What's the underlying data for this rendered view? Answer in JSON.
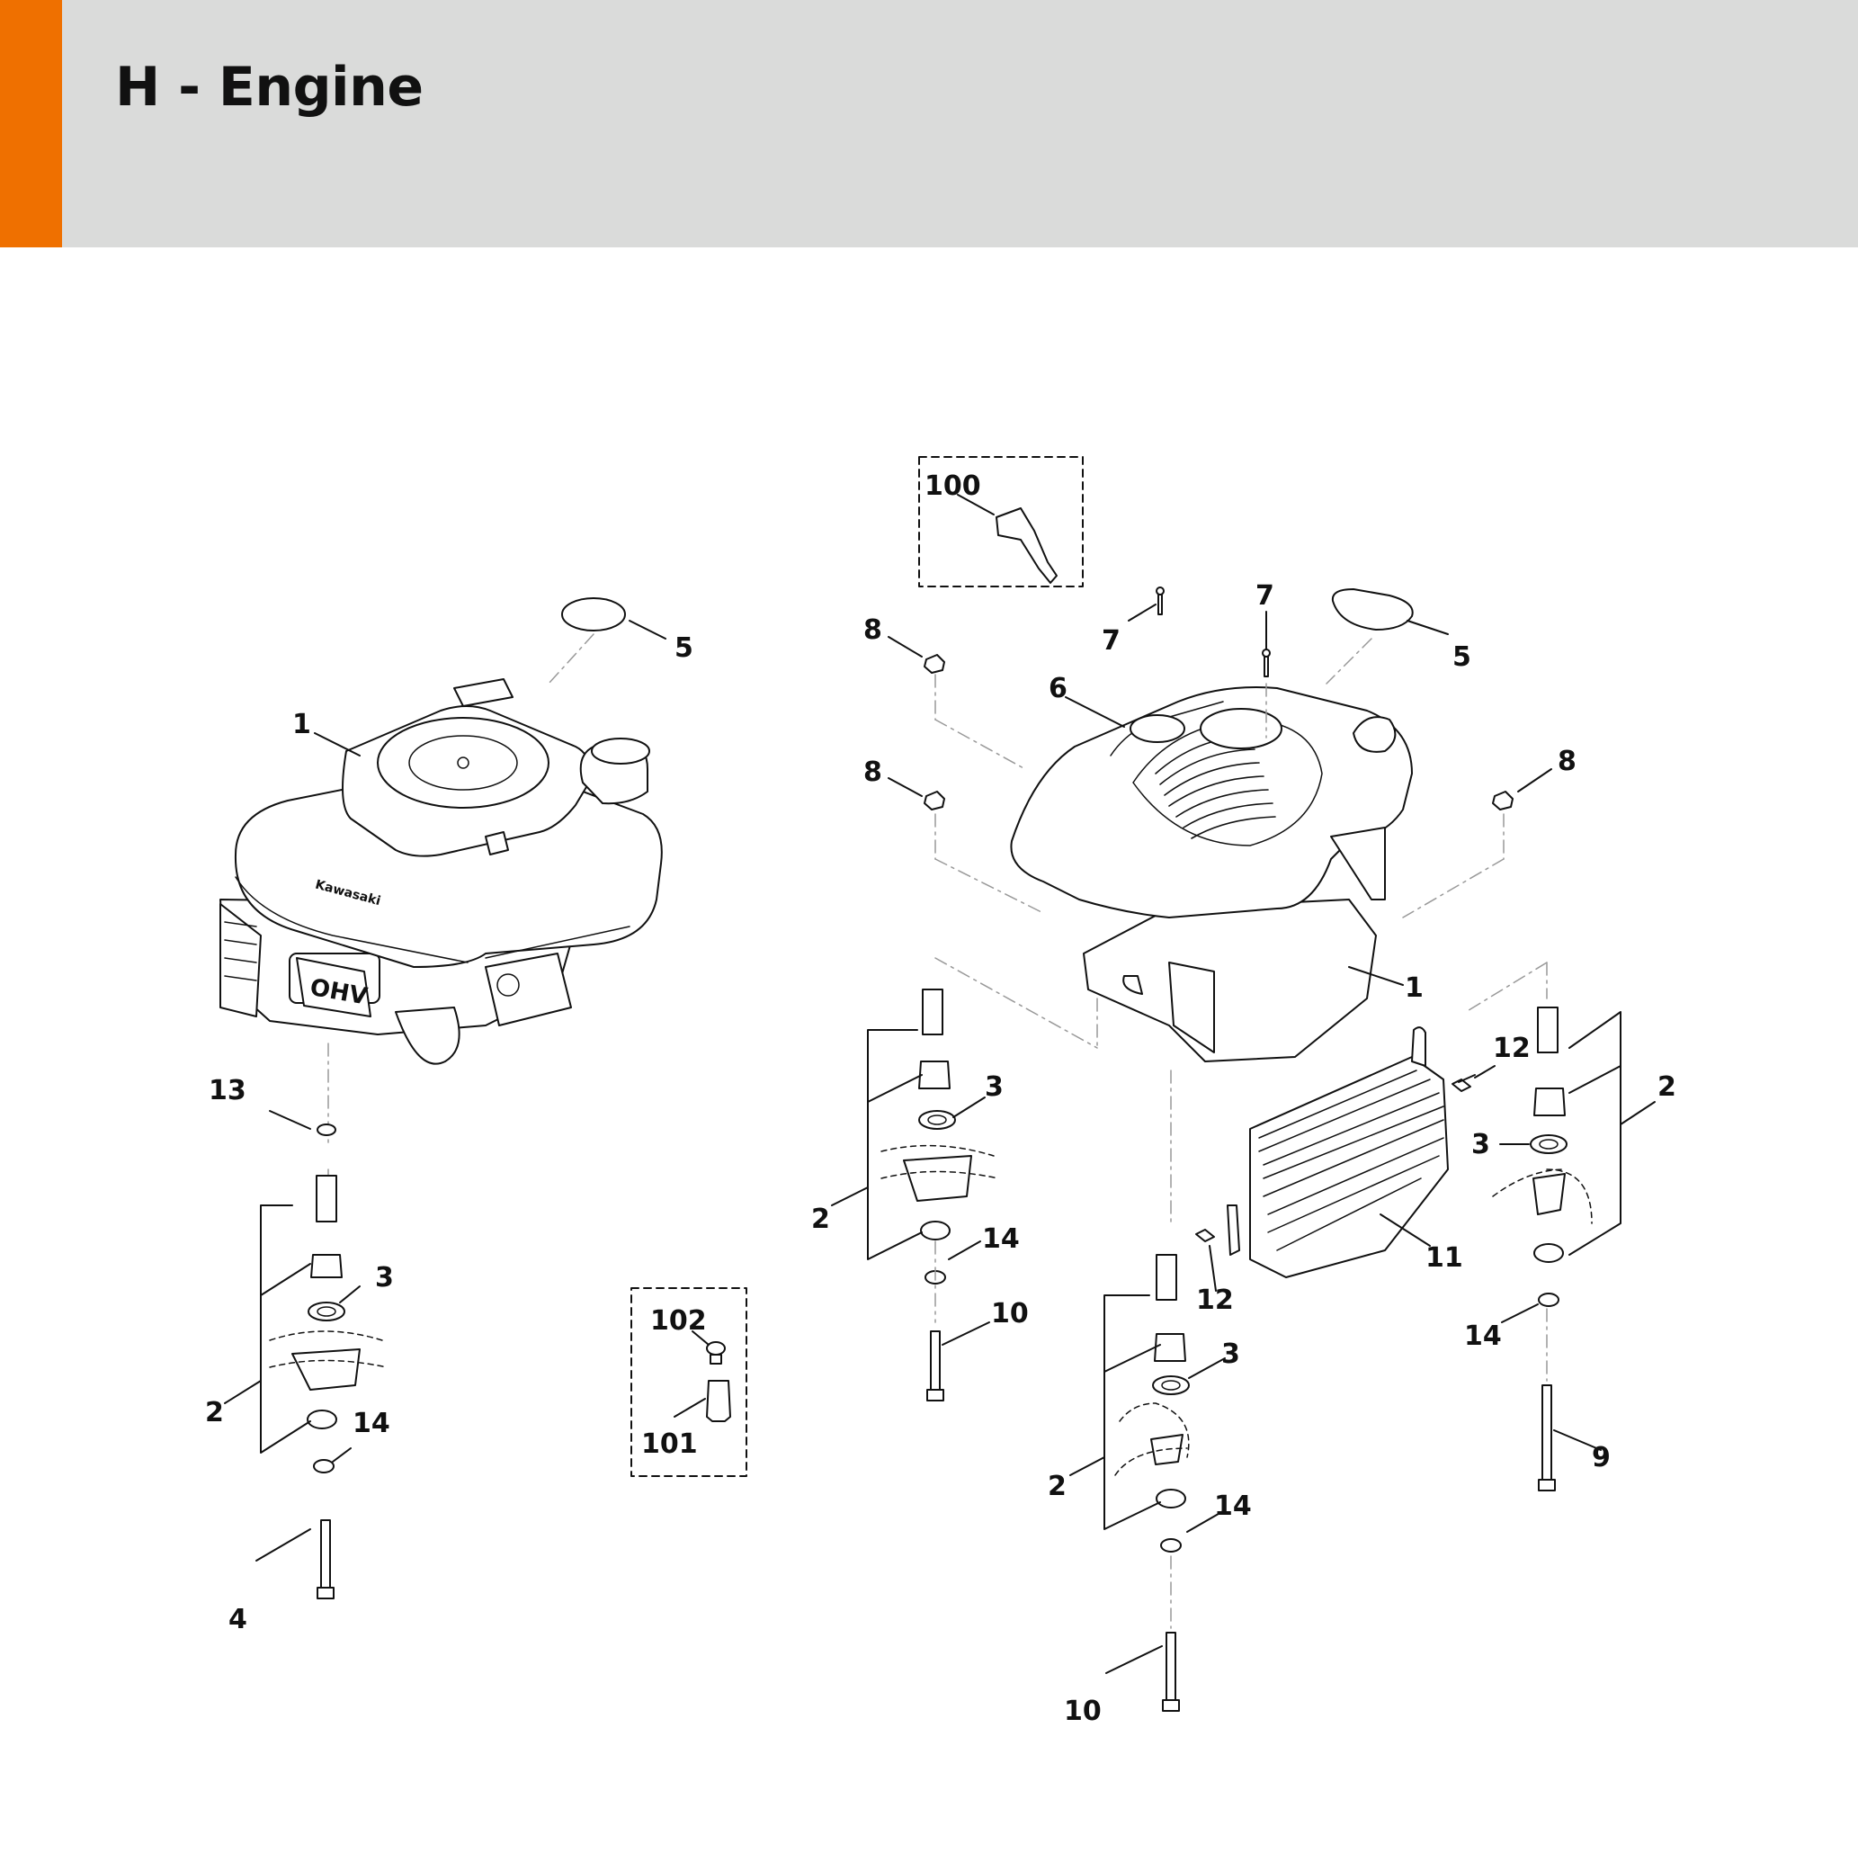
{
  "header": {
    "title": "H - Engine",
    "accent_color": "#ef7000",
    "background_color": "#dadbda"
  },
  "callouts": {
    "c1a": "1",
    "c5a": "5",
    "c13": "13",
    "c2a": "2",
    "c3a": "3",
    "c14a": "14",
    "c4": "4",
    "c100": "100",
    "c102": "102",
    "c101": "101",
    "c8a": "8",
    "c8b": "8",
    "c8c": "8",
    "c7a": "7",
    "c7b": "7",
    "c6": "6",
    "c5b": "5",
    "c1b": "1",
    "c3b": "3",
    "c2b": "2",
    "c14b": "14",
    "c10a": "10",
    "c12a": "12",
    "c12b": "12",
    "c11": "11",
    "c3c": "3",
    "c2c": "2",
    "c14c": "14",
    "c10b": "10",
    "c3d": "3",
    "c2d": "2",
    "c14d": "14",
    "c9": "9"
  }
}
